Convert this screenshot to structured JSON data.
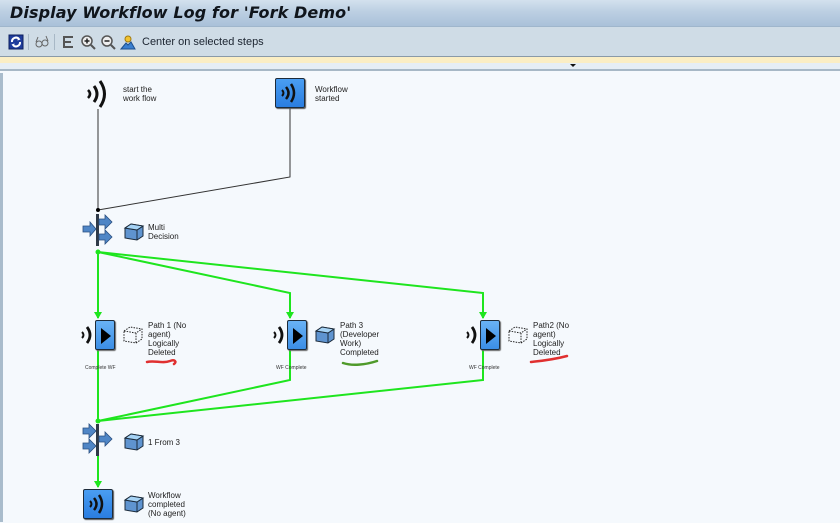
{
  "window": {
    "title": "Display Workflow Log for 'Fork Demo'"
  },
  "toolbar": {
    "buttons": [
      {
        "name": "refresh",
        "icon": "refresh-icon"
      },
      {
        "name": "glasses",
        "icon": "glasses-icon"
      },
      {
        "name": "layout",
        "icon": "layout-icon"
      },
      {
        "name": "zoom-in",
        "icon": "zoom-in-icon"
      },
      {
        "name": "zoom-out",
        "icon": "zoom-out-icon"
      },
      {
        "name": "center",
        "icon": "center-icon"
      }
    ],
    "center_label": "Center on selected steps"
  },
  "nodes": {
    "start_event": {
      "label": "start the\nwork flow",
      "icon": "event-icon"
    },
    "wf_started": {
      "label": "Workflow\nstarted",
      "icon": "event-box-icon"
    },
    "multi_decision": {
      "label": "Multi\nDecision",
      "icon": "fork-icon"
    },
    "path1": {
      "label": "Path 1 (No\nagent)\nLogically\nDeleted",
      "sub": "Complete WF",
      "status": "Logically Deleted"
    },
    "path3": {
      "label": "Path 3\n(Developer\nWork)\nCompleted",
      "sub": "WF Complete",
      "status": "Completed"
    },
    "path2": {
      "label": "Path2 (No\nagent)\nLogically\nDeleted",
      "sub": "WF Complete",
      "status": "Logically Deleted"
    },
    "join": {
      "label": "1 From 3",
      "icon": "join-icon"
    },
    "wf_completed": {
      "label": "Workflow\ncompleted\n(No agent)",
      "icon": "event-box-icon"
    }
  },
  "colors": {
    "flow_active": "#1ee51e",
    "flow_inactive": "#333333",
    "mark_deleted": "#e03030",
    "mark_completed": "#4f9a2a",
    "accent_blue": "#2a7de0"
  }
}
